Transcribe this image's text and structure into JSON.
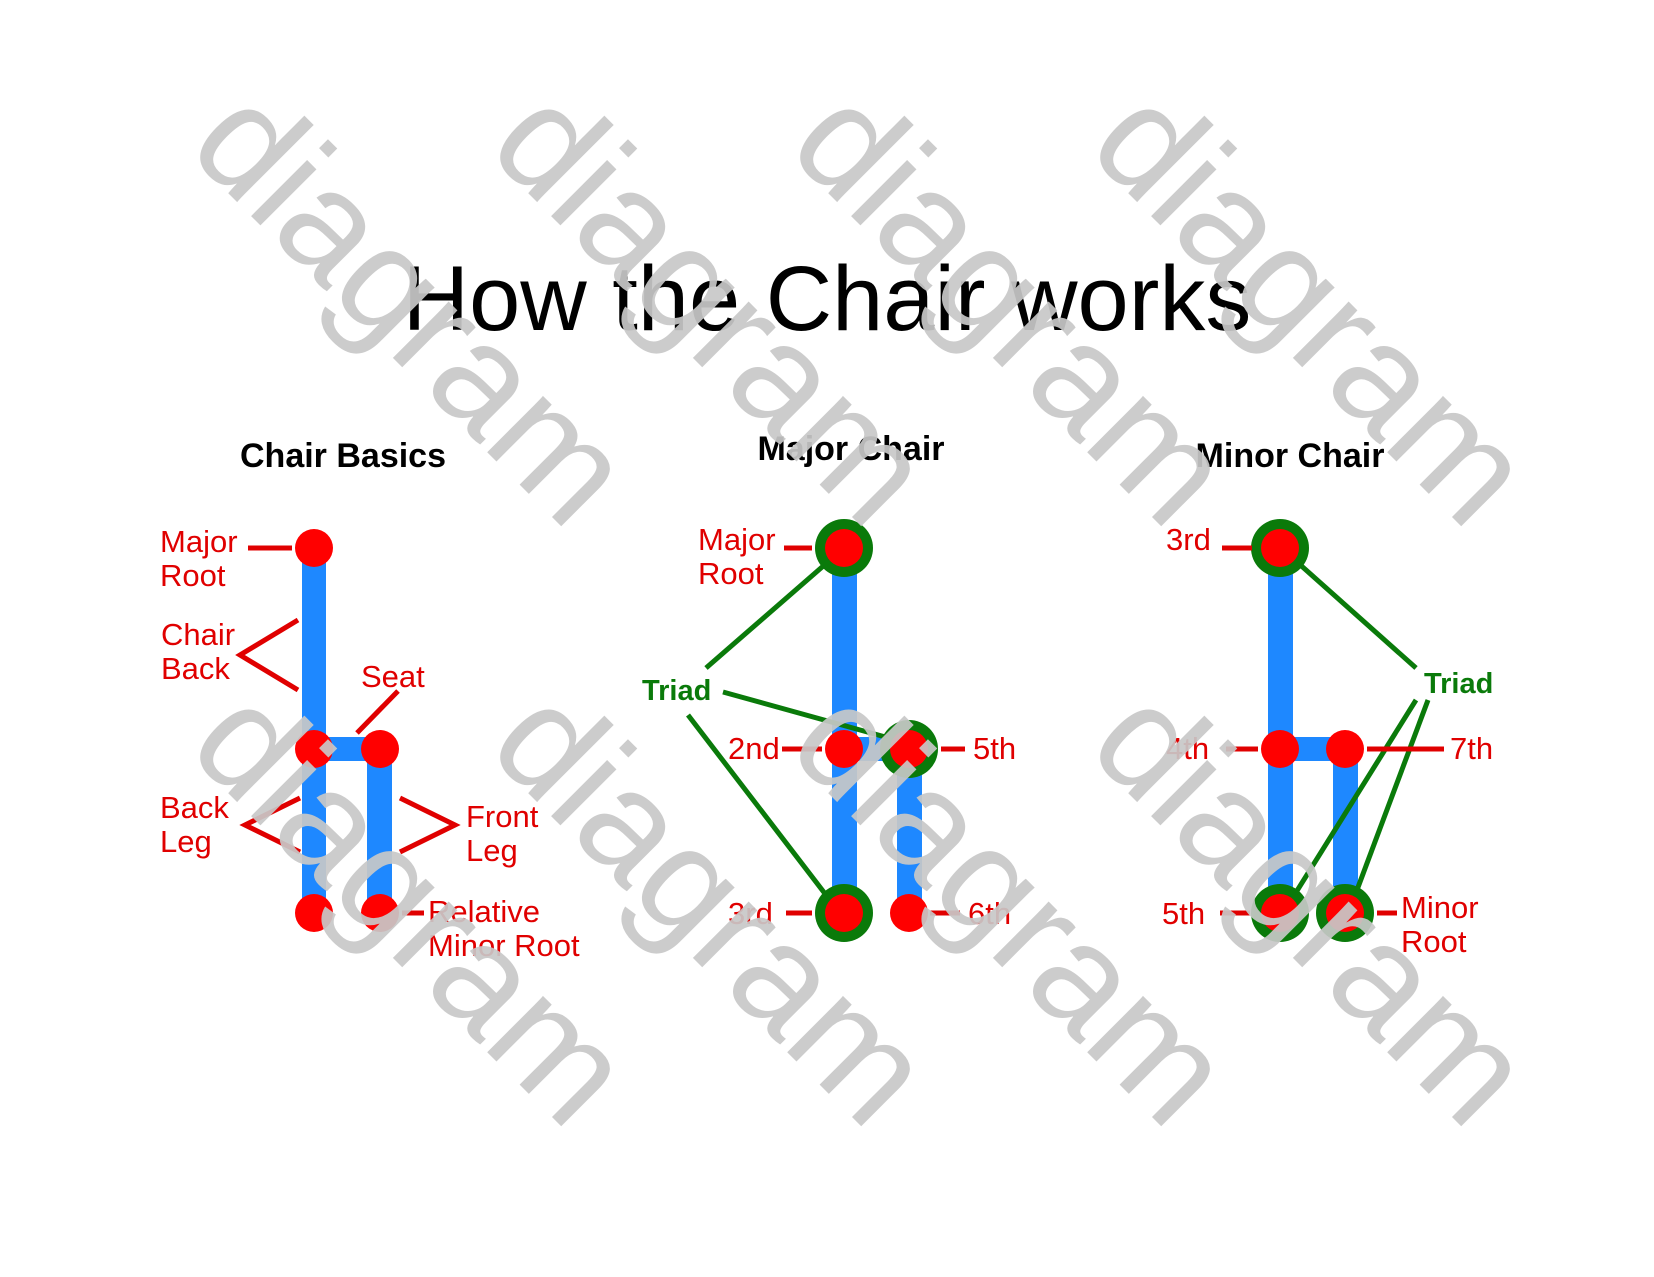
{
  "title": "How the Chair works",
  "watermark_text": "diagram",
  "colors": {
    "chair": "#1e88ff",
    "note": "#ff0000",
    "label": "#e00000",
    "triad": "#0a7a0a",
    "watermark": "#c8c8c8"
  },
  "panels": {
    "basics": {
      "heading": "Chair Basics",
      "major_root": [
        "Major",
        "Root"
      ],
      "chair_back": [
        "Chair",
        "Back"
      ],
      "seat": "Seat",
      "back_leg": [
        "Back",
        "Leg"
      ],
      "front_leg": [
        "Front",
        "Leg"
      ],
      "relative_minor_root": [
        "Relative",
        "Minor Root"
      ]
    },
    "major": {
      "heading": "Major Chair",
      "major_root": [
        "Major",
        "Root"
      ],
      "triad": "Triad",
      "second": "2nd",
      "fifth": "5th",
      "third": "3rd",
      "sixth": "6th"
    },
    "minor": {
      "heading": "Minor Chair",
      "third": "3rd",
      "triad": "Triad",
      "fourth": "4th",
      "seventh": "7th",
      "fifth": "5th",
      "minor_root": [
        "Minor",
        "Root"
      ]
    }
  }
}
